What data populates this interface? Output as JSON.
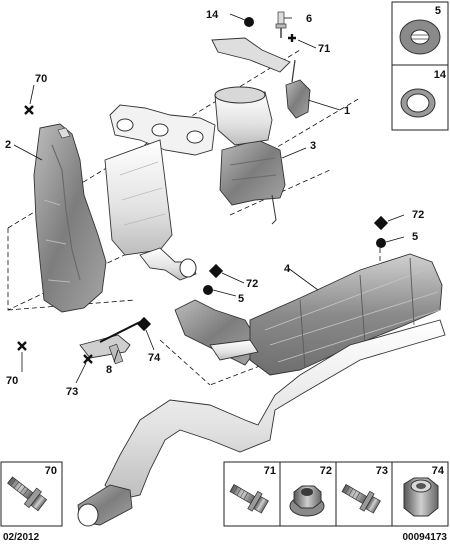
{
  "callouts": {
    "c14_top": "14",
    "c6": "6",
    "c71": "71",
    "c70_top": "70",
    "c2": "2",
    "c1": "1",
    "c3": "3",
    "c72_right": "72",
    "c5_right": "5",
    "c4": "4",
    "c72_mid": "72",
    "c5_mid": "5",
    "c74": "74",
    "c8": "8",
    "c73": "73",
    "c70_bottom": "70"
  },
  "insets": {
    "top_right": [
      {
        "num": "5",
        "icon": "washer-icon"
      },
      {
        "num": "14",
        "icon": "seal-ring-icon"
      }
    ],
    "bottom": [
      {
        "num": "70",
        "icon": "flange-bolt-icon"
      },
      {
        "num": "71",
        "icon": "flange-bolt-icon"
      },
      {
        "num": "72",
        "icon": "flange-nut-icon"
      },
      {
        "num": "73",
        "icon": "flange-bolt-icon"
      },
      {
        "num": "74",
        "icon": "hex-nut-icon"
      }
    ]
  },
  "footer": {
    "date": "02/2012",
    "reference": "00094173"
  },
  "colors": {
    "heat_shield": "#8f8f8f",
    "muffler": "#9a9a9a",
    "pipe": "#e6e6e6",
    "outline": "#222222"
  }
}
